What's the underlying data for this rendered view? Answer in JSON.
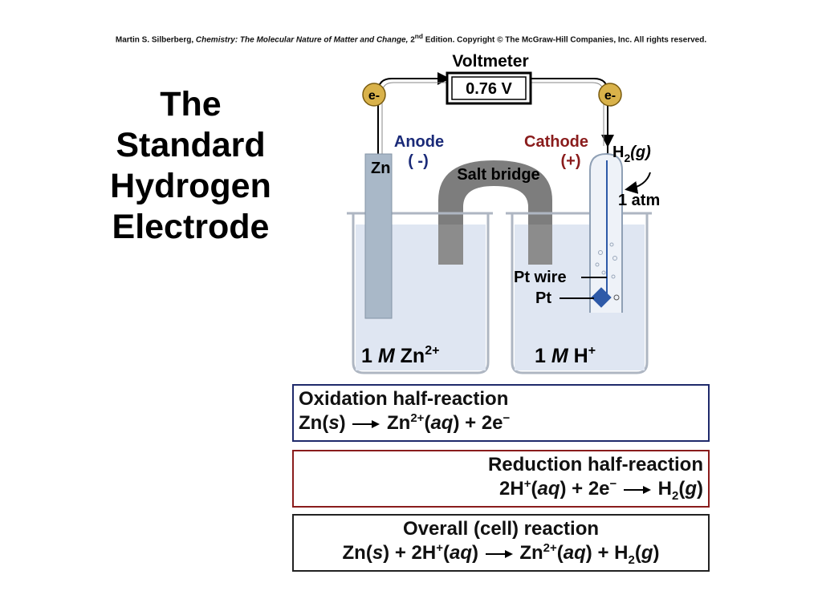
{
  "credit": {
    "author": "Martin S. Silberberg,",
    "book": "Chemistry: The Molecular Nature of Matter and Change,",
    "edition_num": "2",
    "edition_sup": "nd",
    "edition_rest": "Edition.  Copyright © The McGraw-Hill Companies, Inc. All rights reserved."
  },
  "title_lines": [
    "The",
    "Standard",
    "Hydrogen",
    "Electrode"
  ],
  "diagram": {
    "voltmeter_label": "Voltmeter",
    "voltmeter_reading": "0.76 V",
    "electron_label": "e-",
    "anode_label": "Anode",
    "anode_sign": "( -)",
    "cathode_label": "Cathode",
    "cathode_sign": "(+)",
    "zn_label": "Zn",
    "salt_bridge_label": "Salt bridge",
    "h2_label": "H",
    "h2_sub": "2",
    "h2_state": "(g)",
    "pressure_label": "1 atm",
    "pt_wire_label": "Pt wire",
    "pt_label": "Pt",
    "left_solution_prefix": "1 ",
    "left_solution_unit": "M",
    "left_solution_ion": " Zn",
    "left_solution_charge": "2+",
    "right_solution_prefix": "1 ",
    "right_solution_unit": "M",
    "right_solution_ion": " H",
    "right_solution_charge": "+"
  },
  "reactions": {
    "oxidation": {
      "heading": "Oxidation half-reaction",
      "left": "Zn(",
      "left_state": "s",
      "left_close": ")",
      "right_ion": "Zn",
      "right_charge": "2+",
      "right_state_open": "(",
      "right_state": "aq",
      "right_rest": ") + 2e",
      "right_minus": "−"
    },
    "reduction": {
      "heading": "Reduction half-reaction",
      "left": "2H",
      "left_charge": "+",
      "left_open": "(",
      "left_state": "aq",
      "left_rest": ") + 2e",
      "left_minus": "−",
      "right": "H",
      "right_sub": "2",
      "right_open": "(",
      "right_state": "g",
      "right_close": ")"
    },
    "overall": {
      "heading": "Overall (cell) reaction",
      "p1": "Zn(",
      "p1_state": "s",
      "p2": ") + 2H",
      "p2_charge": "+",
      "p3": "(",
      "p3_state": "aq",
      "p4": ")",
      "p5": "Zn",
      "p5_charge": "2+",
      "p6": "(",
      "p6_state": "aq",
      "p7": ") + H",
      "p7_sub": "2",
      "p8": "(",
      "p8_state": "g",
      "p9": ")"
    }
  },
  "colors": {
    "anode": "#1a2a78",
    "cathode": "#8a1c1c",
    "solution": "#dfe6f2",
    "salt_bridge": "#7d7d7d",
    "zinc": "#a9b8c8",
    "electron_badge": "#d9b24a"
  }
}
